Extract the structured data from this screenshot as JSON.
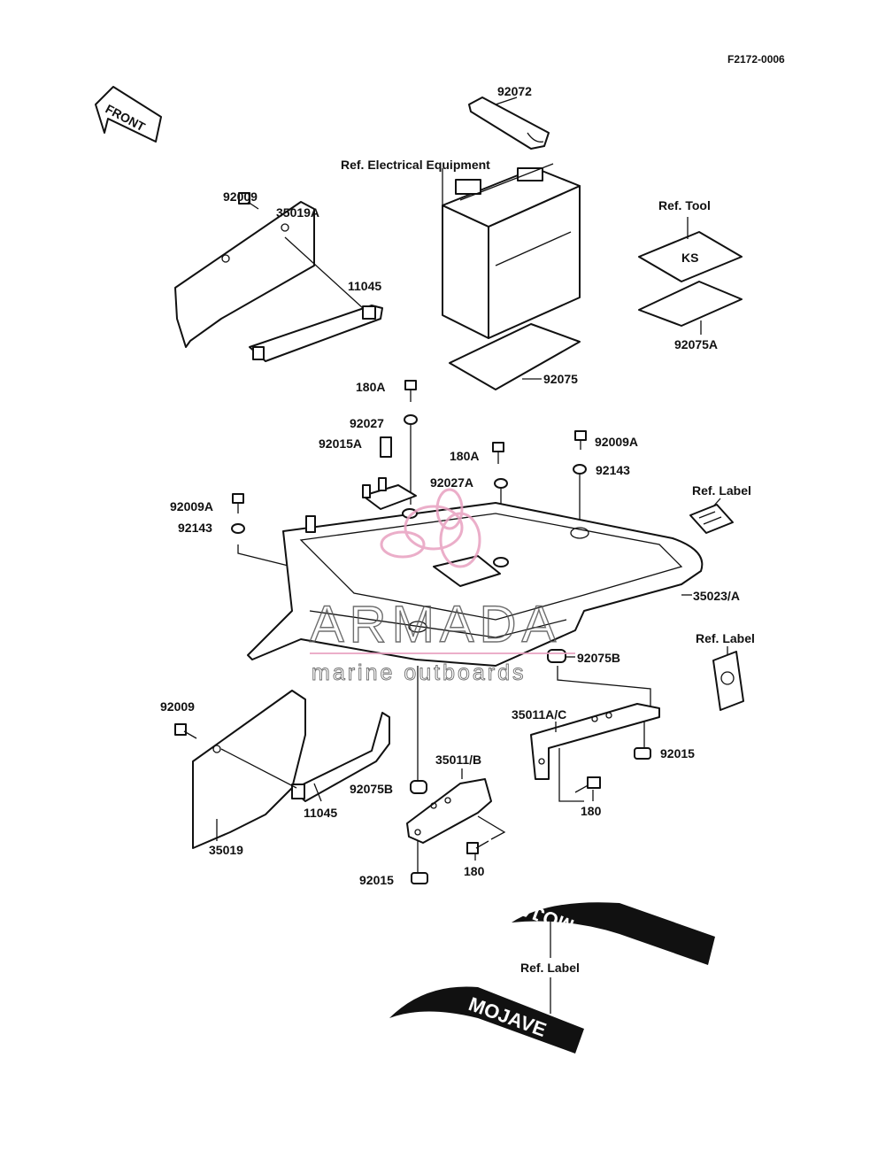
{
  "diagram": {
    "code": "F2172-0006",
    "front_arrow_label": "FRONT",
    "watermark": {
      "name": "ARMADA",
      "tagline": "marine outboards",
      "accent": "#e8a0c0"
    },
    "callouts": {
      "battery_strap": "92072",
      "ref_electrical": "Ref. Electrical Equipment",
      "ref_tool": "Ref. Tool",
      "tool_bag": "92075A",
      "bolt_top_left": "92009",
      "cover_left_top": "35019A",
      "bracket_top": "11045",
      "battery_pad": "92075",
      "bolt_180a_top": "180A",
      "collar_92027": "92027",
      "clamp_92015a": "92015A",
      "bolt_180a_mid": "180A",
      "collar_92027a": "92027A",
      "bolt_92009a_right": "92009A",
      "washer_92143_right": "92143",
      "ref_label_top": "Ref. Label",
      "bolt_92009a_left": "92009A",
      "washer_92143_left": "92143",
      "fender_main": "35023/A",
      "ref_label_mid": "Ref. Label",
      "grommet_right": "92075B",
      "bracket_right": "35011A/C",
      "bolt_left_bottom": "92009",
      "nut_right": "92015",
      "bracket_center": "35011/B",
      "grommet_center": "92075B",
      "bolt_180_right": "180",
      "bracket_bottom": "11045",
      "cover_left_bottom": "35019",
      "bolt_180_center": "180",
      "nut_center": "92015",
      "ref_label_bottom": "Ref. Label"
    },
    "decals": {
      "decal_upper": "MOJAVE",
      "decal_lower": "MOJAVE",
      "tool_bag_mark": "KS"
    }
  }
}
